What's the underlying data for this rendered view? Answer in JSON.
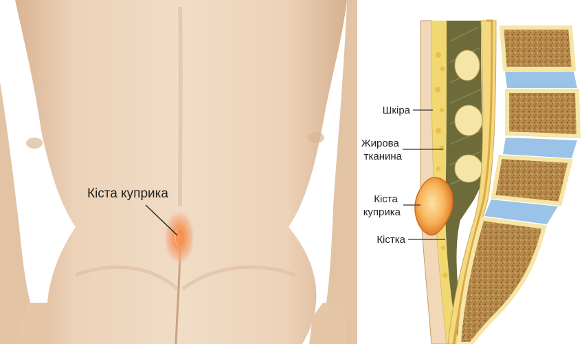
{
  "back_view": {
    "label": "Кіста куприка"
  },
  "cross_section": {
    "labels": [
      {
        "id": "skin",
        "lines": [
          "Шкіра"
        ]
      },
      {
        "id": "fat",
        "lines": [
          "Жирова",
          "тканина"
        ]
      },
      {
        "id": "cyst",
        "lines": [
          "Кіста",
          "куприка"
        ]
      },
      {
        "id": "bone",
        "lines": [
          "Кістка"
        ]
      }
    ]
  },
  "colors": {
    "skin": "#ecd3ba",
    "skin_shadow": "#d9b89a",
    "cyst": "#f0a060",
    "vertebra": "#f5e6a8",
    "bone_texture": "#a67a3c",
    "disc": "#9bc3e8",
    "muscle": "#6e6b3a",
    "fat": "#f2d870"
  }
}
